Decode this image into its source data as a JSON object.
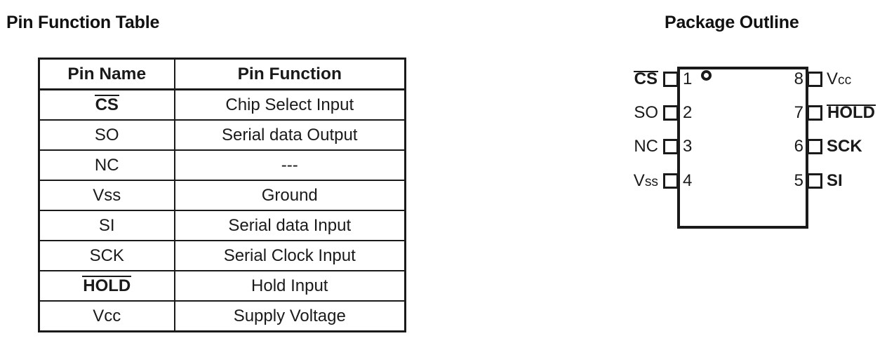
{
  "headings": {
    "pin_function_table": "Pin Function Table",
    "package_outline": "Package Outline"
  },
  "pin_function_table": {
    "columns": [
      "Pin Name",
      "Pin Function"
    ],
    "rows": [
      {
        "name": "CS",
        "overline": true,
        "function": "Chip Select Input"
      },
      {
        "name": "SO",
        "overline": false,
        "function": "Serial data Output"
      },
      {
        "name": "NC",
        "overline": false,
        "function": "---"
      },
      {
        "name": "Vss",
        "overline": false,
        "function": "Ground"
      },
      {
        "name": "SI",
        "overline": false,
        "function": "Serial data Input"
      },
      {
        "name": "SCK",
        "overline": false,
        "function": "Serial Clock Input"
      },
      {
        "name": "HOLD",
        "overline": true,
        "function": "Hold Input"
      },
      {
        "name": "Vcc",
        "overline": false,
        "function": "Supply Voltage"
      }
    ]
  },
  "package_outline": {
    "package_type": "8-pin",
    "pin1_marker": "dot",
    "left_pins": [
      {
        "number": "1",
        "label": "CS",
        "overline": true
      },
      {
        "number": "2",
        "label": "SO",
        "overline": false
      },
      {
        "number": "3",
        "label": "NC",
        "overline": false
      },
      {
        "number": "4",
        "label": "Vss",
        "overline": false
      }
    ],
    "right_pins": [
      {
        "number": "8",
        "label": "Vcc",
        "overline": false
      },
      {
        "number": "7",
        "label": "HOLD",
        "overline": true
      },
      {
        "number": "6",
        "label": "SCK",
        "overline": false
      },
      {
        "number": "5",
        "label": "SI",
        "overline": false
      }
    ]
  },
  "colors": {
    "ink": "#1a1a1a",
    "background": "#ffffff"
  }
}
